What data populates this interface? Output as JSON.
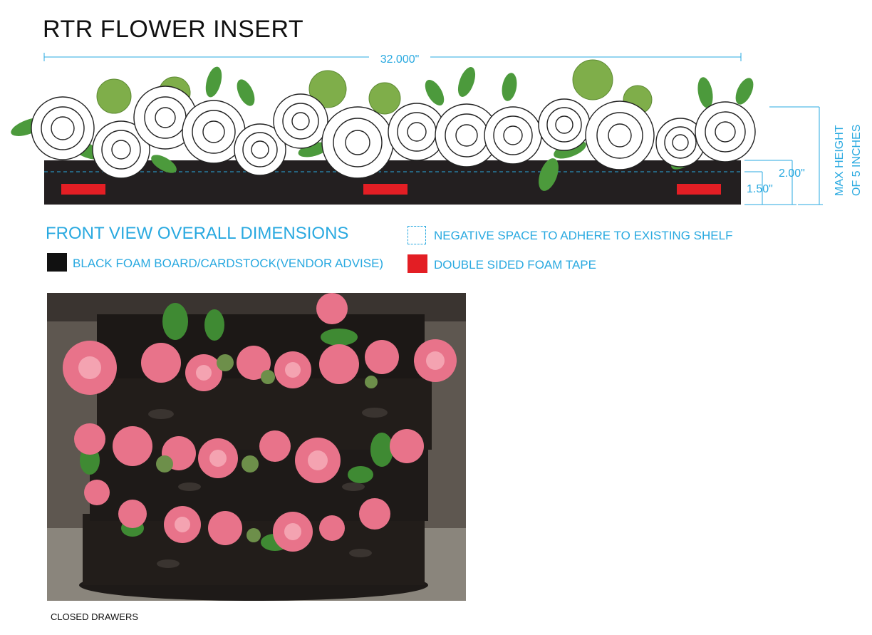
{
  "title": "RTR FLOWER INSERT",
  "dimensions": {
    "width_label": "32.000\"",
    "height_label_1": "2.00\"",
    "height_label_2": "1.50\"",
    "max_height_line1": "MAX HEIGHT",
    "max_height_line2": "OF 5 INCHES"
  },
  "legend": {
    "heading": "FRONT VIEW OVERALL DIMENSIONS",
    "black_item": "BLACK FOAM BOARD/CARDSTOCK(VENDOR ADVISE)",
    "negative_item": "NEGATIVE SPACE TO ADHERE TO EXISTING SHELF",
    "tape_item": "DOUBLE SIDED FOAM TAPE"
  },
  "colors": {
    "accent": "#29a9e0",
    "board": "#231f20",
    "tape": "#e31e24",
    "leaf": "#4c9a3c",
    "flower_pink": "#e8738a"
  },
  "photo_caption": "CLOSED DRAWERS"
}
